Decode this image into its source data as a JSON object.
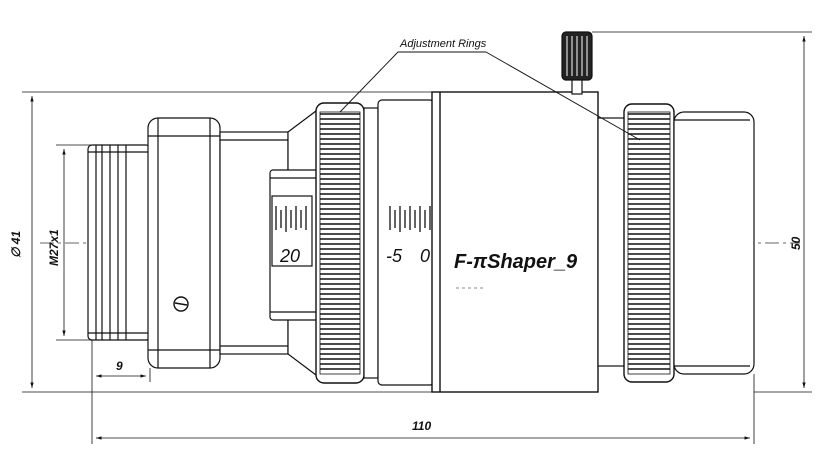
{
  "callout": {
    "label": "Adjustment Rings"
  },
  "product": {
    "name": "F-πShaper_9"
  },
  "scales": {
    "left_scale_value": "20",
    "right_scale_value": "-5",
    "right_scale_zero": "0"
  },
  "dimensions": {
    "outer_diameter": "∅ 41",
    "thread": "M27x1",
    "thread_length": "9",
    "total_length": "110",
    "total_height": "50"
  }
}
